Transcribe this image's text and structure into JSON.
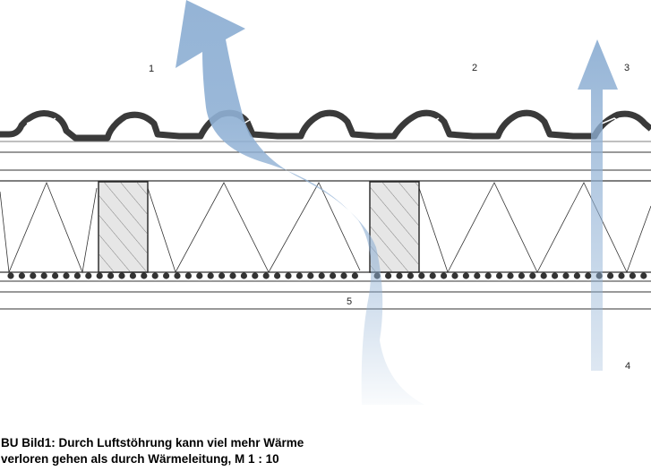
{
  "labels": {
    "l1": "1",
    "l2": "2",
    "l3": "3",
    "l4": "4",
    "l5": "5"
  },
  "caption": {
    "line1": "BU Bild1: Durch Luftstöhrung kann viel mehr Wärme",
    "line2": "verloren gehen als durch Wärmeleitung, M 1 : 10"
  },
  "colors": {
    "airflow": "#8fb0d4",
    "roof_tile": "#3a3a3a",
    "line": "#333333"
  }
}
